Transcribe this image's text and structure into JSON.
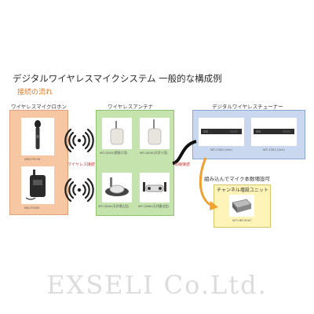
{
  "title": "デジタルワイヤレスマイクシステム 一般的な構成例",
  "subtitle": "接続の流れ",
  "sections": {
    "mic": "ワイヤレスマイクロホン",
    "antenna": "ワイヤレスアンテナ",
    "tuner": "デジタルワイヤレスチューナー"
  },
  "mics": [
    {
      "model": "WM-P3130"
    },
    {
      "model": "WA-P1300"
    }
  ],
  "antennas": [
    {
      "model": "WT-Q820(壁掛け用)"
    },
    {
      "model": "WT-Q830(天吊り用)"
    },
    {
      "model": "WT-Q840(天井埋込型)"
    },
    {
      "model": "WT-Q860(天井露出型)"
    }
  ],
  "links": {
    "wireless": "ワイヤレス接続",
    "cable": "有線接続"
  },
  "tuners": [
    {
      "model": "WT-1300 (4ch)"
    },
    {
      "model": "WT-1302 (2ch)"
    }
  ],
  "expansion_note": "組み込んでマイク本数増設可",
  "unit": {
    "title": "チャンネル増設ユニット",
    "model": "WT-UB1300C"
  },
  "watermark": "EXSELI Co.Ltd.",
  "colors": {
    "mic_panel": "#f7c7a4",
    "antenna_panel": "#c5e3ad",
    "tuner_panel": "#c9d8ef",
    "unit_panel": "#fff4b8",
    "subtitle": "#e07c2c",
    "arrow_orange": "#f0a030"
  }
}
